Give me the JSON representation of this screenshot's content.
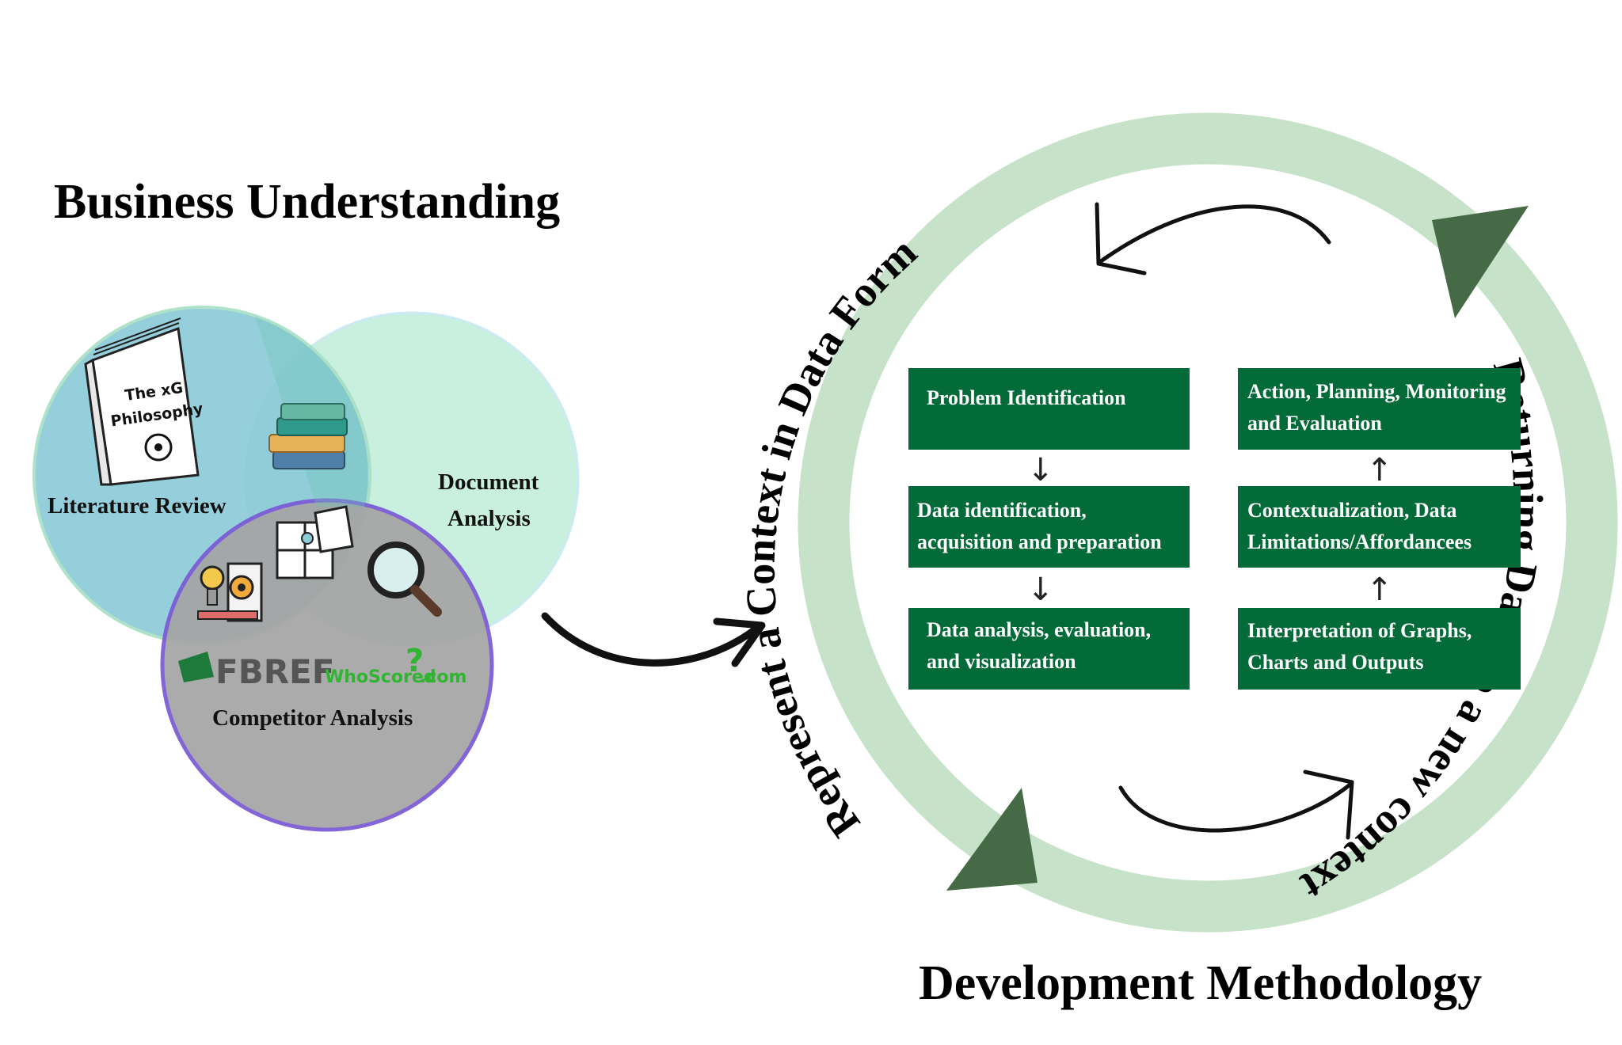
{
  "left_title": "Business Understanding",
  "right_title": "Development Methodology",
  "venn": {
    "literature_review": "Literature Review",
    "document_analysis_line1": "Document",
    "document_analysis_line2": "Analysis",
    "competitor_analysis": "Competitor Analysis",
    "book_line1": "The xG",
    "book_line2": "Philosophy",
    "logo_fbref": "FBREF",
    "logo_whoscored": "WhoScored",
    "logo_com": ".com",
    "colors": {
      "literature": "#8ccbd8",
      "document": "#c7efdd",
      "competitor": "#a5a5a5",
      "competitor_border": "#7b5ad6"
    }
  },
  "cycle": {
    "outer_text_left": "Represent a Context in Data Form",
    "outer_text_right": "Returning Data to a new context",
    "ring_color": "#c6e2c8",
    "triangle_color": "#456a45"
  },
  "boxes": {
    "problem": [
      "Problem Identification"
    ],
    "data_id": [
      "Data identification,",
      "acquisition and preparation"
    ],
    "analysis": [
      "Data analysis, evaluation,",
      "and visualization"
    ],
    "action": [
      "Action, Planning, Monitoring",
      "and Evaluation"
    ],
    "context": [
      "Contextualization, Data",
      "Limitations/Affordancees"
    ],
    "interpret": [
      "Interpretation of Graphs,",
      "Charts and Outputs"
    ],
    "color": "#036b38"
  },
  "arrows": {
    "down": "↓",
    "up": "↑"
  }
}
